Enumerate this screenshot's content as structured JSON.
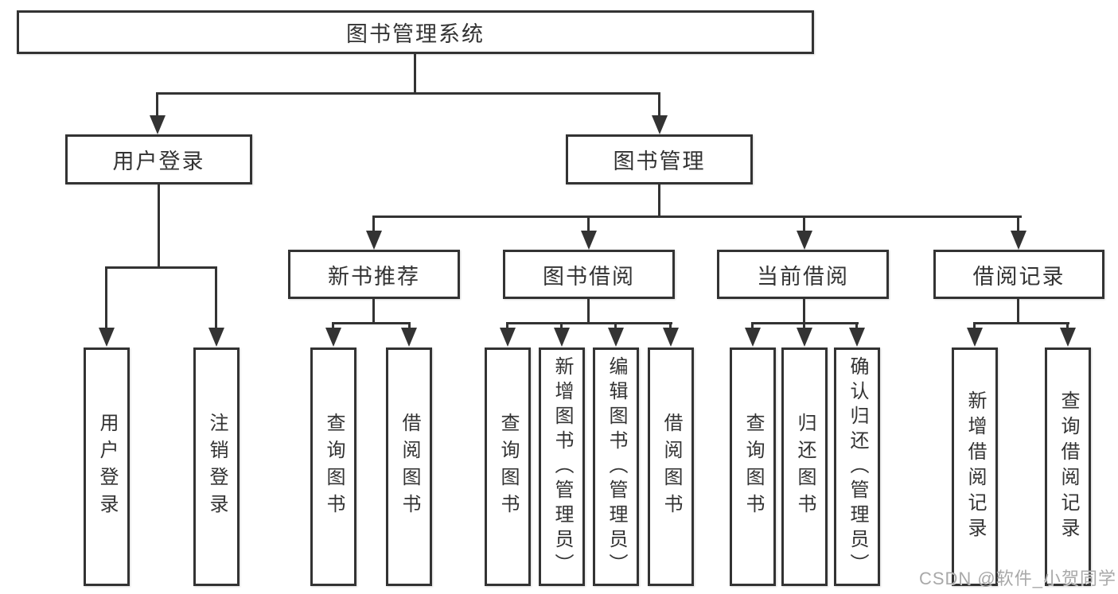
{
  "tree": {
    "label": "图书管理系统",
    "children": [
      {
        "label": "用户登录",
        "children": [
          {
            "label": "用户登录"
          },
          {
            "label": "注销登录"
          }
        ]
      },
      {
        "label": "图书管理",
        "children": [
          {
            "label": "新书推荐",
            "children": [
              {
                "label": "查询图书"
              },
              {
                "label": "借阅图书"
              }
            ]
          },
          {
            "label": "图书借阅",
            "children": [
              {
                "label": "查询图书"
              },
              {
                "label": "新增图书（管理员）"
              },
              {
                "label": "编辑图书（管理员）"
              },
              {
                "label": "借阅图书"
              }
            ]
          },
          {
            "label": "当前借阅",
            "children": [
              {
                "label": "查询图书"
              },
              {
                "label": "归还图书"
              },
              {
                "label": "确认归还（管理员）"
              }
            ]
          },
          {
            "label": "借阅记录",
            "children": [
              {
                "label": "新增借阅记录"
              },
              {
                "label": "查询借阅记录"
              }
            ]
          }
        ]
      }
    ]
  },
  "watermark": "CSDN @软件_小贺同学",
  "colors": {
    "line": "#333333",
    "text": "#333333",
    "watermark": "#a9a9a9",
    "background": "#ffffff"
  }
}
